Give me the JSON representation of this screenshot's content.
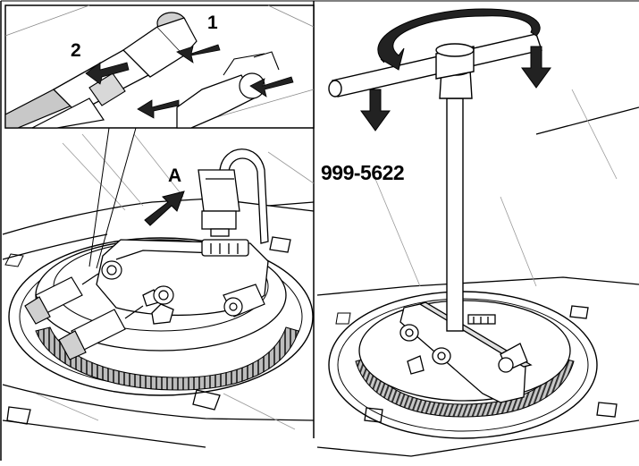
{
  "figure": {
    "callouts": {
      "step_1": "1",
      "step_2": "2",
      "direction_a": "A"
    },
    "tool_number": "999-5622"
  }
}
